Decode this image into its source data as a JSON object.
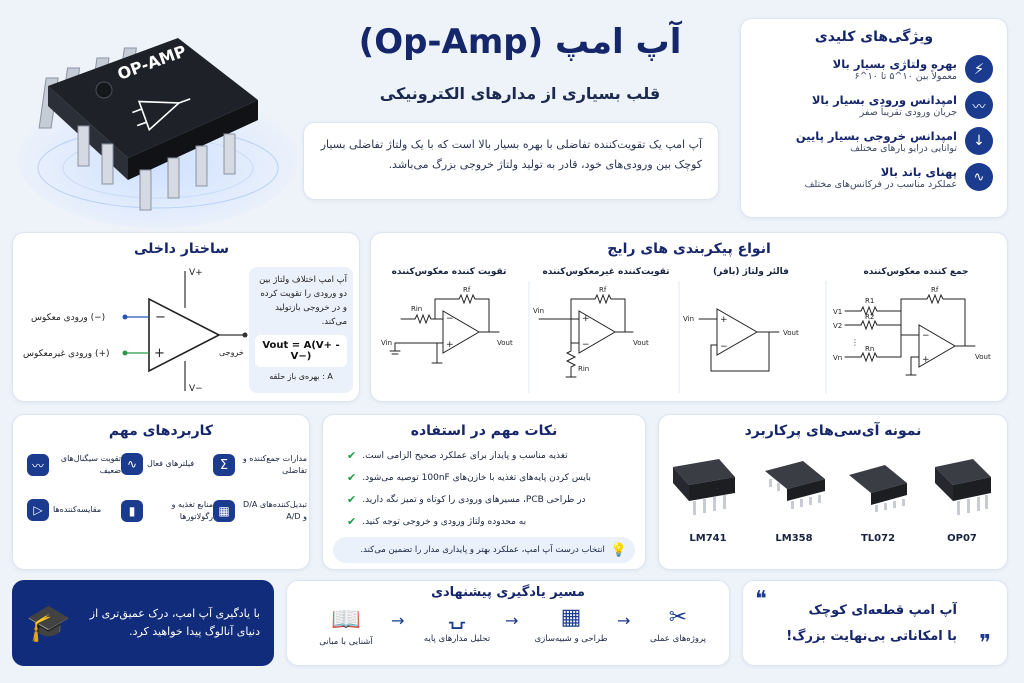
{
  "hero": {
    "chip_label": "OP-AMP",
    "title": "آپ امپ (Op-Amp)",
    "subtitle": "قلب بسیاری از مدارهای الکترونیکی",
    "intro": "آپ امپ یک تقویت‌کننده تفاضلی با بهره بسیار بالا است که با یک ولتاژ تفاضلی بسیار کوچک بین ورودی‌های خود، قادر به تولید ولتاژ خروجی بزرگ می‌باشد."
  },
  "features": {
    "title": "ویژگی‌های کلیدی",
    "items": [
      {
        "icon": "lightning-icon",
        "title": "بهره ولتاژی بسیار بالا",
        "desc": "معمولاً بین ۱۰^۵ تا ۱۰^۶"
      },
      {
        "icon": "waveform-icon",
        "title": "امپدانس ورودی بسیار بالا",
        "desc": "جریان ورودی تقریباً صفر"
      },
      {
        "icon": "download-icon",
        "title": "امپدانس خروجی بسیار پایین",
        "desc": "توانایی درایو بارهای مختلف"
      },
      {
        "icon": "sine-wave-icon",
        "title": "پهنای باند بالا",
        "desc": "عملکرد مناسب در فرکانس‌های مختلف"
      }
    ]
  },
  "internal": {
    "title": "ساختار داخلی",
    "vplus": "V+",
    "vminus": "V−",
    "inv_input": "ورودی معکوس (−)",
    "noninv_input": "ورودی غیرمعکوس (+)",
    "output": "خروجی",
    "minus_sign": "−",
    "plus_sign": "+",
    "note": "آپ امپ اختلاف ولتاژ بین دو ورودی را تقویت کرده و در خروجی بازتولید می‌کند.",
    "formula": "Vout = A(V+ - V−)",
    "gain_note": "A : بهره‌ی باز حلقه"
  },
  "configs": {
    "title": "انواع پیکربندی های رایج",
    "items": [
      {
        "label": "تقویت کننده معکوس‌کننده",
        "rin": "Rin",
        "rf": "Rf",
        "vin": "Vin",
        "vout": "Vout"
      },
      {
        "label": "تقویت‌کننده غیرمعکوس‌کننده",
        "rin": "Rin",
        "rf": "Rf",
        "vin": "Vin",
        "vout": "Vout"
      },
      {
        "label": "فالئر ولتاژ (بافر)",
        "vin": "Vin",
        "vout": "Vout"
      },
      {
        "label": "جمع کننده معکوس‌کننده",
        "v1": "V1",
        "v2": "V2",
        "vn": "Vn",
        "r1": "R1",
        "r2": "R2",
        "rn": "Rn",
        "rf": "Rf",
        "vout": "Vout",
        "dots": "⋮"
      }
    ]
  },
  "applications": {
    "title": "کاربردهای مهم",
    "items": [
      {
        "icon": "sigma-icon",
        "label": "مدارات جمع‌کننده و تفاضلی"
      },
      {
        "icon": "filter-wave-icon",
        "label": "فیلترهای فعال"
      },
      {
        "icon": "signal-wave-icon",
        "label": "تقویت سیگنال‌های ضعیف"
      },
      {
        "icon": "chip-icon",
        "label": "تبدیل‌کننده‌های D/A و A/D"
      },
      {
        "icon": "battery-icon",
        "label": "منابع تغذیه و رگولاتورها"
      },
      {
        "icon": "comparator-icon",
        "label": "مقایسه‌کننده‌ها"
      }
    ]
  },
  "tips": {
    "title": "نکات مهم در استفاده",
    "items": [
      "تغذیه مناسب و پایدار برای عملکرد صحیح الزامی است.",
      "بایس کردن پایه‌های تغذیه با خازن‌های 100nF توصیه می‌شود.",
      "در طراحی PCB، مسیرهای ورودی را کوتاه و تمیز نگه دارید.",
      "به محدوده ولتاژ ورودی و خروجی توجه کنید."
    ],
    "note": "انتخاب درست آپ امپ، عملکرد بهتر و پایداری مدار را تضمین می‌کند."
  },
  "ics": {
    "title": "نمونه آی‌سی‌های پرکاربرد",
    "items": [
      "LM741",
      "LM358",
      "TL072",
      "OP07"
    ]
  },
  "cta": {
    "text": "با یادگیری آپ امپ، درک عمیق‌تری از دنیای آنالوگ پیدا خواهید کرد."
  },
  "path": {
    "title": "مسیر یادگیری پیشنهادی",
    "arrow": "→",
    "steps": [
      {
        "icon": "book-icon",
        "label": "آشنایی با مبانی"
      },
      {
        "icon": "oscilloscope-icon",
        "label": "تحلیل مدارهای پایه"
      },
      {
        "icon": "circuit-board-icon",
        "label": "طراحی و شبیه‌سازی"
      },
      {
        "icon": "tools-icon",
        "label": "پروژه‌های عملی"
      }
    ]
  },
  "quote": {
    "open_mark": "❝",
    "close_mark": "❞",
    "line1": "آپ امپ قطعه‌ای کوچک",
    "line2": "با امکاناتی بی‌نهایت بزرگ!"
  }
}
